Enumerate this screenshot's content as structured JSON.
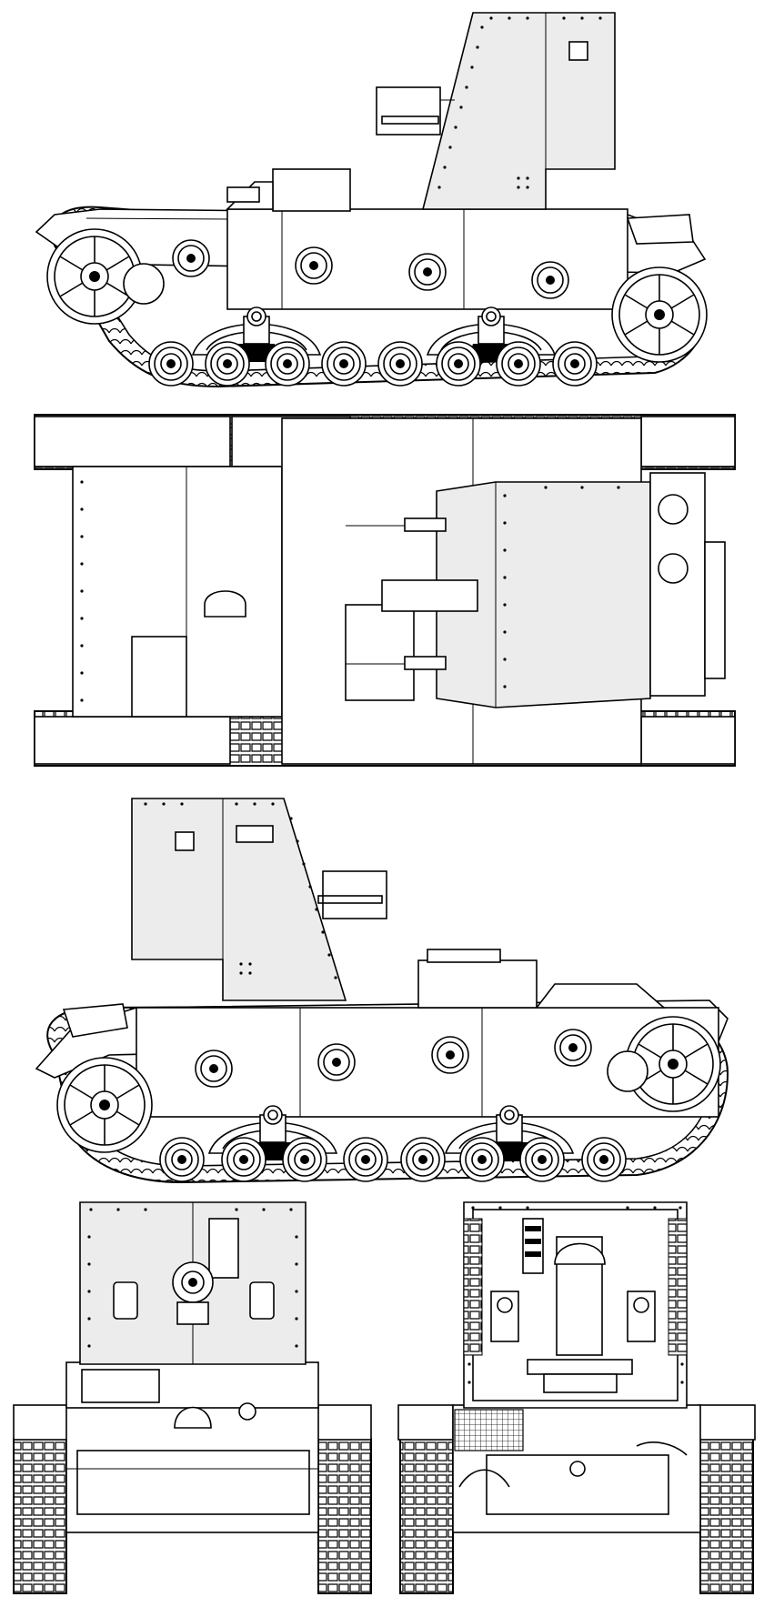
{
  "drawing": {
    "background": "#ffffff",
    "line_color": "#000000",
    "panel_fill": "#ececec",
    "views": [
      {
        "id": "left-side",
        "icon": "tank-side-view-icon"
      },
      {
        "id": "top",
        "icon": "tank-top-view-icon"
      },
      {
        "id": "right-side",
        "icon": "tank-side-view-icon"
      },
      {
        "id": "front",
        "icon": "tank-front-view-icon"
      },
      {
        "id": "rear",
        "icon": "tank-rear-view-icon"
      }
    ]
  }
}
